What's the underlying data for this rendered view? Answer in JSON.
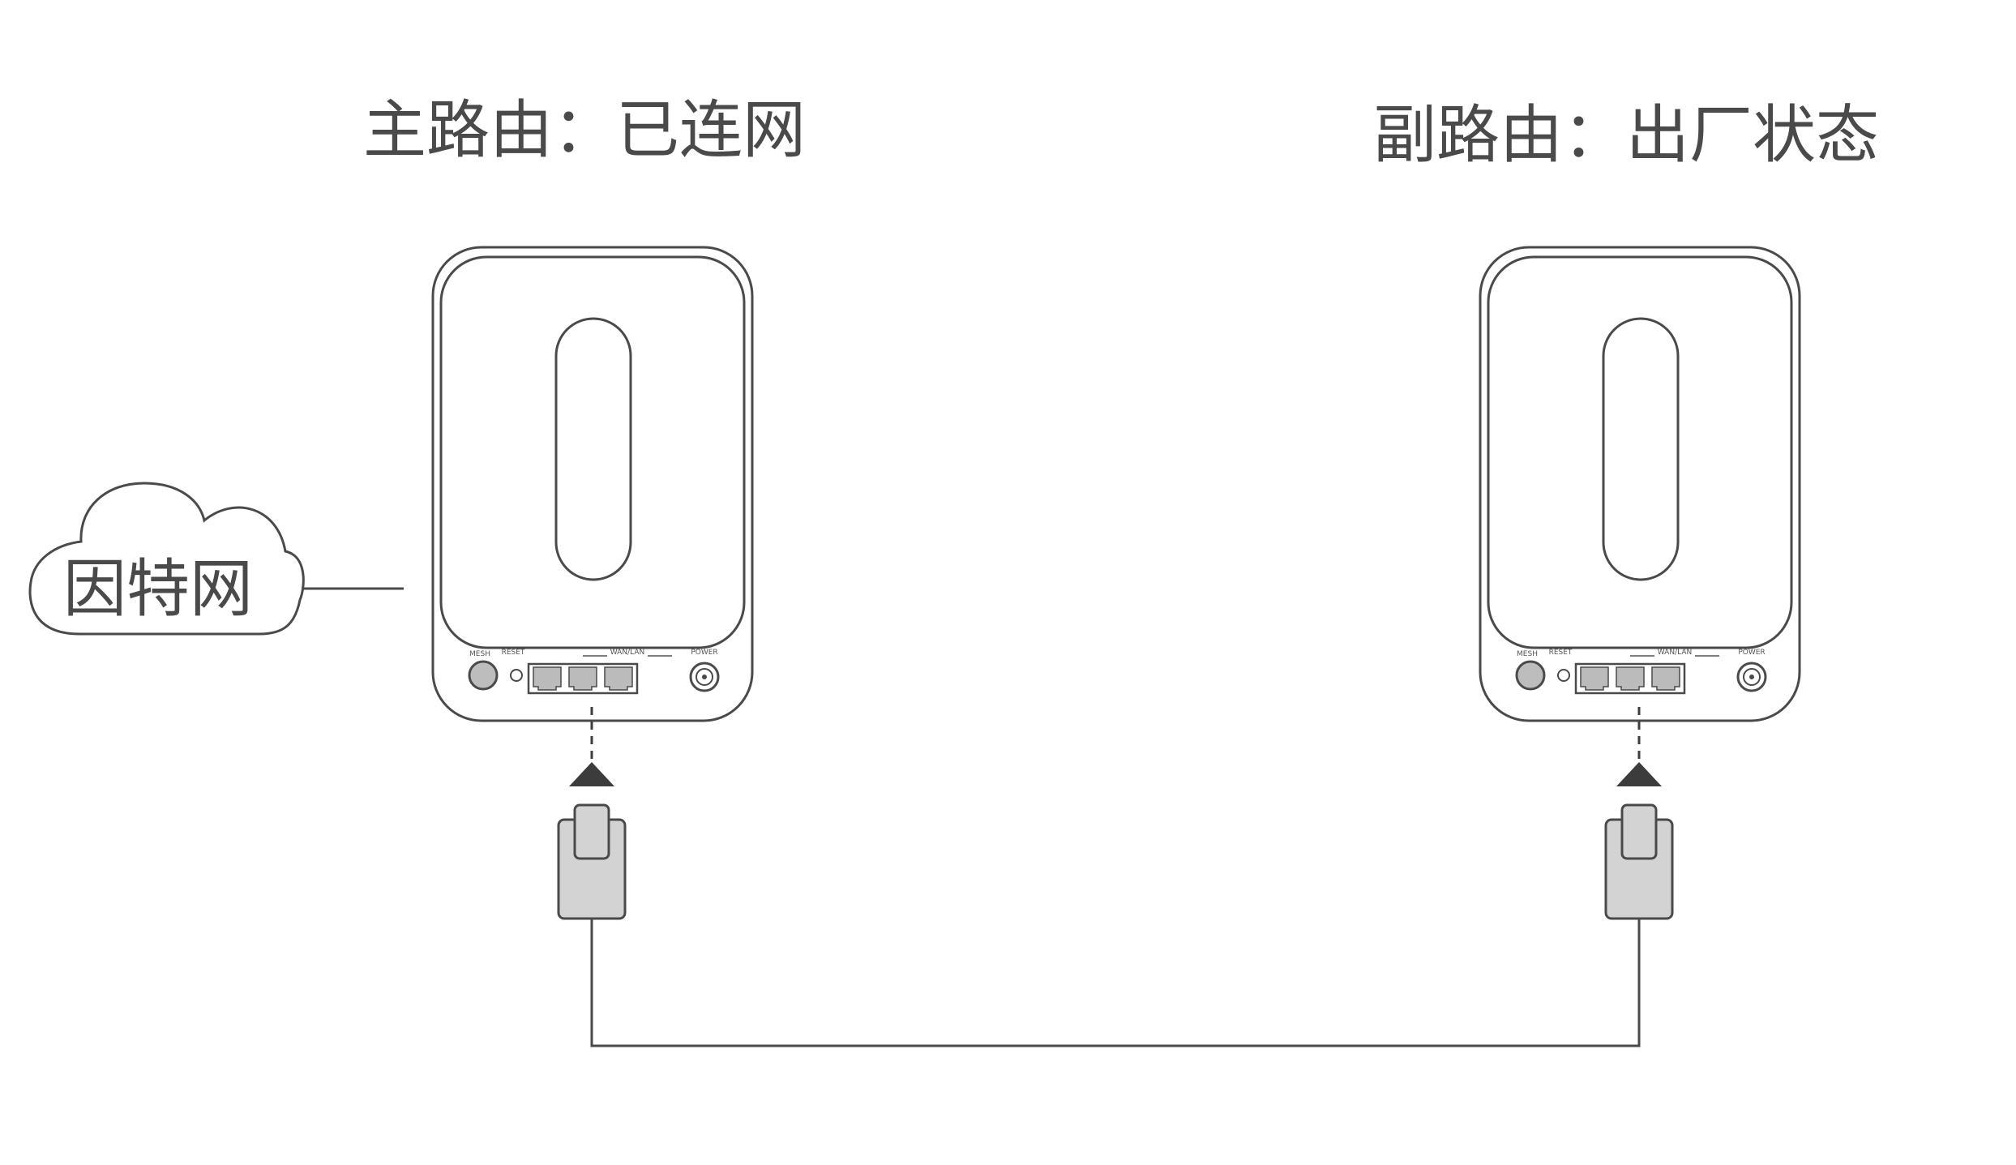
{
  "main_router": {
    "title": "主路由：已连网"
  },
  "sub_router": {
    "title": "副路由：出厂状态"
  },
  "internet": {
    "label": "因特网"
  },
  "port_labels": {
    "mesh": "MESH",
    "reset": "RESET",
    "wan_lan": "WAN/LAN",
    "power": "POWER"
  },
  "colors": {
    "stroke": "#4a4a4a",
    "plug_fill": "#d3d3d3",
    "arrow": "#3c3c3c"
  }
}
